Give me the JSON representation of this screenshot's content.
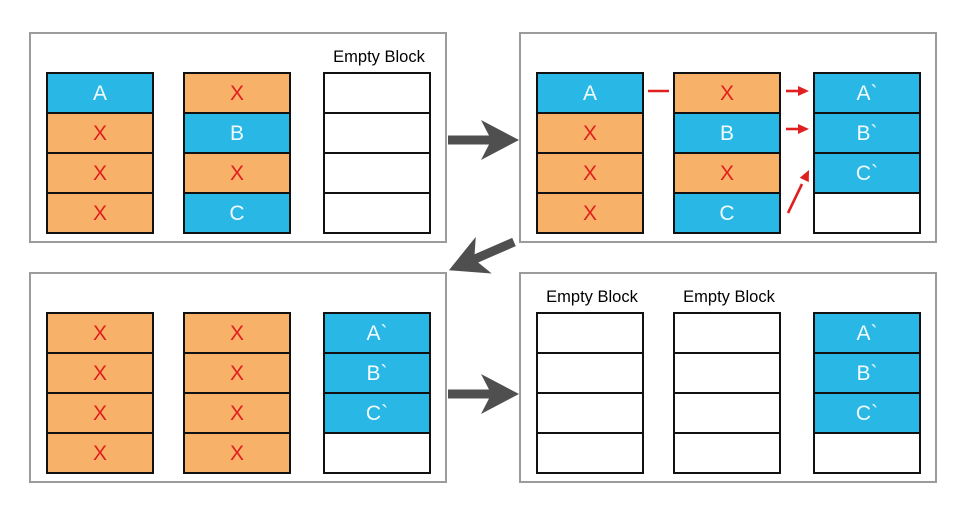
{
  "diagram_title": "garbage-collection-block-copy-diagram",
  "colors": {
    "background": "#ffffff",
    "panel_border": "#9b9b9b",
    "block_border": "#111111",
    "valid_fill": "#29b7e6",
    "valid_text": "#f0fcff",
    "invalid_fill": "#f8b168",
    "invalid_text": "#e02020",
    "empty_fill": "#ffffff",
    "label_text": "#000000",
    "flow_arrow": "#4f4f4f",
    "copy_arrow": "#e02020"
  },
  "panels": [
    {
      "id": "step1",
      "position": "top-left",
      "columns": [
        {
          "label": "",
          "blocks": [
            {
              "text": "A",
              "type": "valid"
            },
            {
              "text": "X",
              "type": "invalid"
            },
            {
              "text": "X",
              "type": "invalid"
            },
            {
              "text": "X",
              "type": "invalid"
            }
          ]
        },
        {
          "label": "",
          "blocks": [
            {
              "text": "X",
              "type": "invalid"
            },
            {
              "text": "B",
              "type": "valid"
            },
            {
              "text": "X",
              "type": "invalid"
            },
            {
              "text": "C",
              "type": "valid"
            }
          ]
        },
        {
          "label": "Empty Block",
          "blocks": [
            {
              "text": "",
              "type": "empty"
            },
            {
              "text": "",
              "type": "empty"
            },
            {
              "text": "",
              "type": "empty"
            },
            {
              "text": "",
              "type": "empty"
            }
          ]
        }
      ]
    },
    {
      "id": "step2",
      "position": "top-right",
      "columns": [
        {
          "label": "",
          "blocks": [
            {
              "text": "A",
              "type": "valid"
            },
            {
              "text": "X",
              "type": "invalid"
            },
            {
              "text": "X",
              "type": "invalid"
            },
            {
              "text": "X",
              "type": "invalid"
            }
          ]
        },
        {
          "label": "",
          "blocks": [
            {
              "text": "X",
              "type": "invalid"
            },
            {
              "text": "B",
              "type": "valid"
            },
            {
              "text": "X",
              "type": "invalid"
            },
            {
              "text": "C",
              "type": "valid"
            }
          ]
        },
        {
          "label": "",
          "blocks": [
            {
              "text": "A`",
              "type": "valid"
            },
            {
              "text": "B`",
              "type": "valid"
            },
            {
              "text": "C`",
              "type": "valid"
            },
            {
              "text": "",
              "type": "empty"
            }
          ]
        }
      ]
    },
    {
      "id": "step3",
      "position": "bottom-left",
      "columns": [
        {
          "label": "",
          "blocks": [
            {
              "text": "X",
              "type": "invalid"
            },
            {
              "text": "X",
              "type": "invalid"
            },
            {
              "text": "X",
              "type": "invalid"
            },
            {
              "text": "X",
              "type": "invalid"
            }
          ]
        },
        {
          "label": "",
          "blocks": [
            {
              "text": "X",
              "type": "invalid"
            },
            {
              "text": "X",
              "type": "invalid"
            },
            {
              "text": "X",
              "type": "invalid"
            },
            {
              "text": "X",
              "type": "invalid"
            }
          ]
        },
        {
          "label": "",
          "blocks": [
            {
              "text": "A`",
              "type": "valid"
            },
            {
              "text": "B`",
              "type": "valid"
            },
            {
              "text": "C`",
              "type": "valid"
            },
            {
              "text": "",
              "type": "empty"
            }
          ]
        }
      ]
    },
    {
      "id": "step4",
      "position": "bottom-right",
      "columns": [
        {
          "label": "Empty Block",
          "blocks": [
            {
              "text": "",
              "type": "empty"
            },
            {
              "text": "",
              "type": "empty"
            },
            {
              "text": "",
              "type": "empty"
            },
            {
              "text": "",
              "type": "empty"
            }
          ]
        },
        {
          "label": "Empty Block",
          "blocks": [
            {
              "text": "",
              "type": "empty"
            },
            {
              "text": "",
              "type": "empty"
            },
            {
              "text": "",
              "type": "empty"
            },
            {
              "text": "",
              "type": "empty"
            }
          ]
        },
        {
          "label": "",
          "blocks": [
            {
              "text": "A`",
              "type": "valid"
            },
            {
              "text": "B`",
              "type": "valid"
            },
            {
              "text": "C`",
              "type": "valid"
            },
            {
              "text": "",
              "type": "empty"
            }
          ]
        }
      ]
    }
  ],
  "flow_arrows": [
    {
      "name": "flow-step1-to-step2",
      "direction": "right"
    },
    {
      "name": "flow-step2-to-step3",
      "direction": "down-left"
    },
    {
      "name": "flow-step3-to-step4",
      "direction": "right"
    }
  ],
  "copy_arrows": [
    {
      "name": "copy-A-to-A-prime",
      "from": "A",
      "to": "A`"
    },
    {
      "name": "copy-B-to-B-prime",
      "from": "B",
      "to": "B`"
    },
    {
      "name": "copy-C-to-C-prime",
      "from": "C",
      "to": "C`"
    }
  ]
}
